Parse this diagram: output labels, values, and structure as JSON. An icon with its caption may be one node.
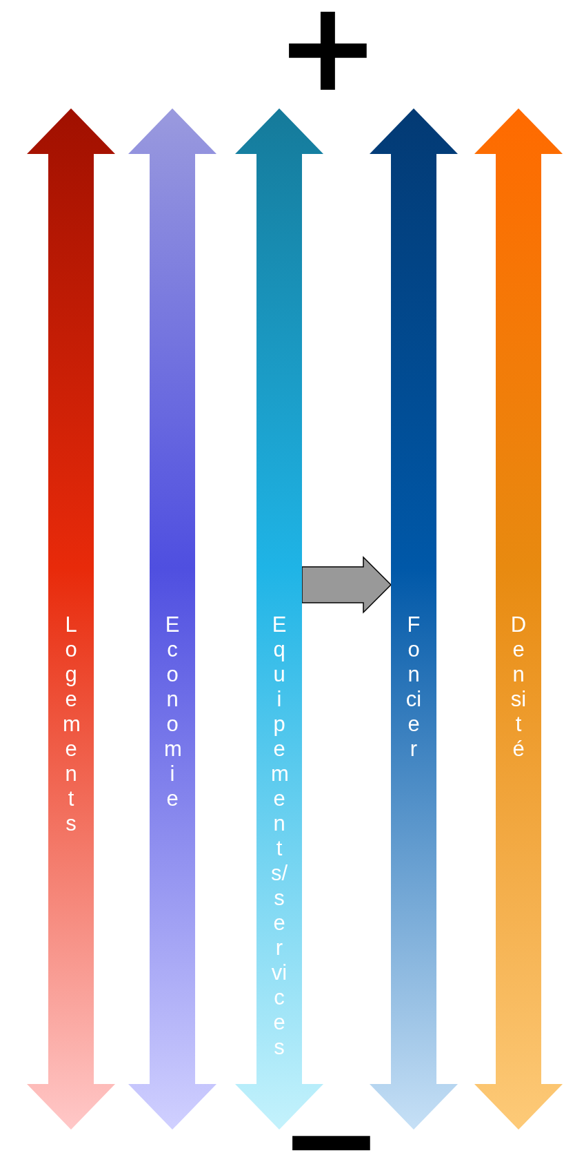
{
  "diagram": {
    "nodes": [
      {
        "text": [
          "Logements"
        ]
      },
      {
        "text": [
          "Economie"
        ]
      },
      {
        "text": [
          "Equipements/services"
        ]
      },
      {
        "text": [
          "Foncier"
        ]
      },
      {
        "text": [
          "Densité"
        ]
      }
    ],
    "edges": [
      {
        "from": 2,
        "to": 3,
        "arrow": "to"
      }
    ],
    "labels": [
      "+",
      "−"
    ]
  }
}
